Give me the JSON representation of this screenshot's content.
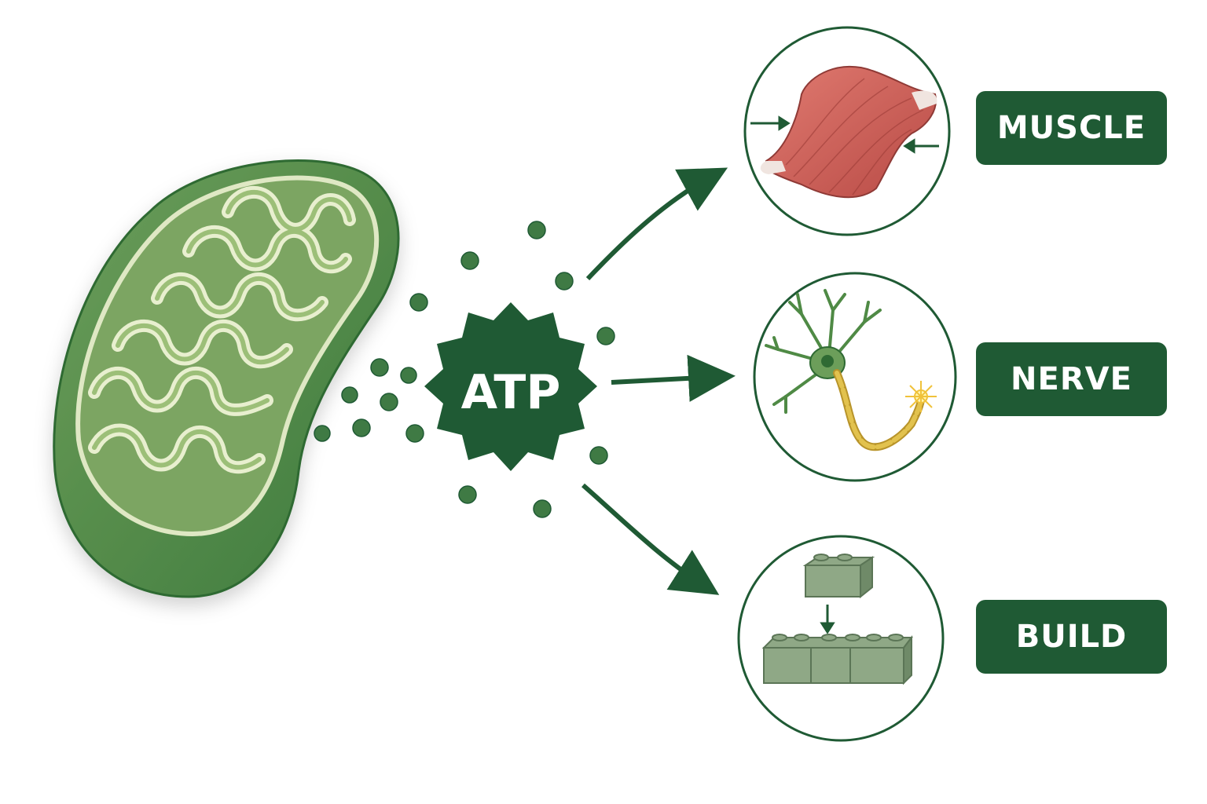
{
  "atp": {
    "label": "ATP"
  },
  "outputs": [
    {
      "id": "muscle",
      "label": "MUSCLE",
      "icon": "muscle-icon"
    },
    {
      "id": "nerve",
      "label": "NERVE",
      "icon": "neuron-icon"
    },
    {
      "id": "build",
      "label": "BUILD",
      "icon": "building-blocks-icon"
    }
  ],
  "colors": {
    "dark_green": "#1f5a34",
    "mito_green": "#4f8a45",
    "cristae_fill": "#c8d9a0",
    "muscle_red": "#c8544e",
    "axon_yellow": "#d9b23a",
    "block_green": "#8fa886"
  }
}
